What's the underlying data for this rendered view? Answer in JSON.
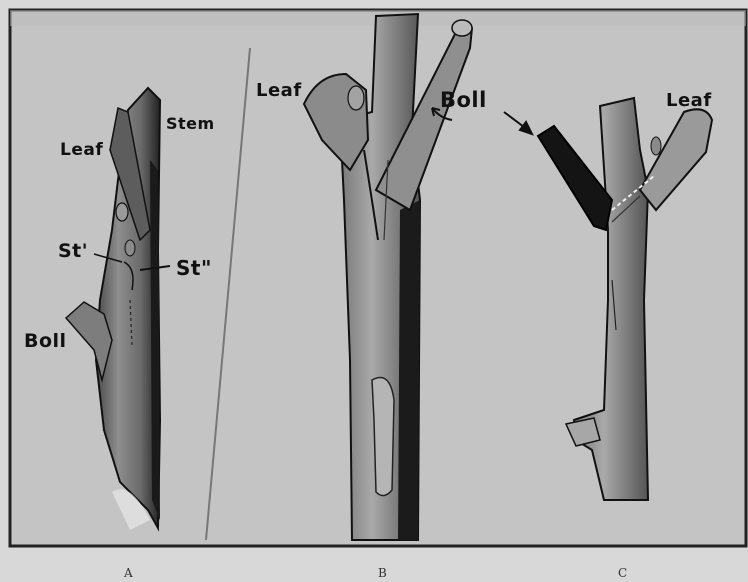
{
  "figure": {
    "panels": [
      {
        "caption": "A",
        "labels": {
          "stem": "Stem",
          "leaf": "Leaf",
          "st1": "St'",
          "st2": "St\"",
          "boll": "Boll"
        }
      },
      {
        "caption": "B",
        "labels": {
          "leaf": "Leaf",
          "boll": "Boll"
        }
      },
      {
        "caption": "C",
        "labels": {
          "leaf": "Leaf"
        }
      }
    ]
  }
}
